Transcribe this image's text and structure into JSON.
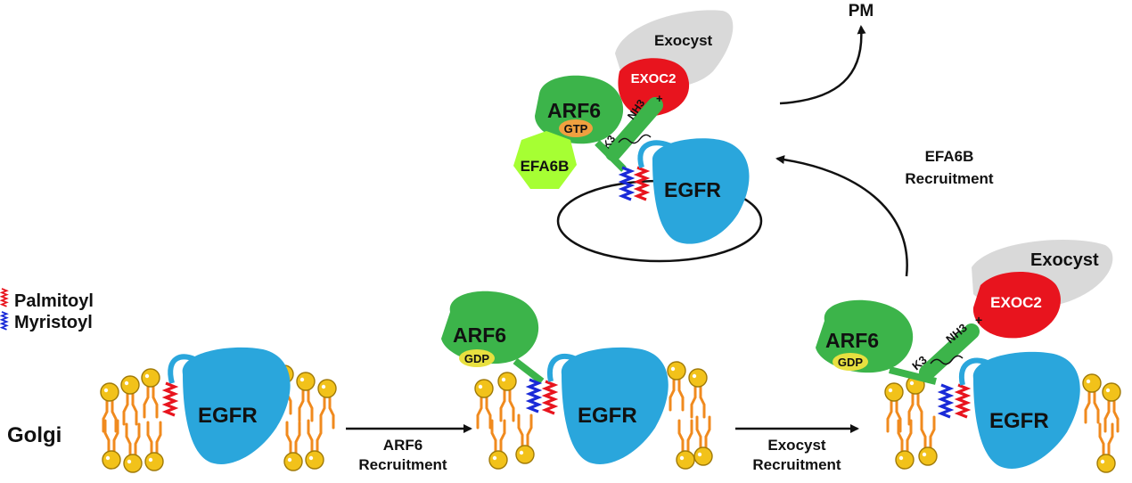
{
  "labels": {
    "pm": "PM",
    "golgi": "Golgi",
    "egfr": "EGFR",
    "arf6": "ARF6",
    "gtp": "GTP",
    "gdp": "GDP",
    "exocyst": "Exocyst",
    "exoc2": "EXOC2",
    "efa6b": "EFA6B",
    "nh3": "NH3",
    "plus": "+",
    "k3": "K3"
  },
  "legend": {
    "palmitoyl": "Palmitoyl",
    "myristoyl": "Myristoyl"
  },
  "arrows": {
    "step1_line1": "ARF6",
    "step1_line2": "Recruitment",
    "step2_line1": "Exocyst",
    "step2_line2": "Recruitment",
    "step3_line1": "EFA6B",
    "step3_line2": "Recruitment"
  },
  "colors": {
    "egfr": "#2aa6dc",
    "arf6": "#3cb44a",
    "exoc2": "#e8141e",
    "exocyst": "#d9d9d9",
    "efa6b": "#a6ff33",
    "gtp": "#f0a040",
    "gdp": "#e8e040",
    "palmitoyl": "#e8141e",
    "myristoyl": "#1a2ad8",
    "lipid_head": "#f2c21a",
    "lipid_tail": "#f08a1e"
  }
}
